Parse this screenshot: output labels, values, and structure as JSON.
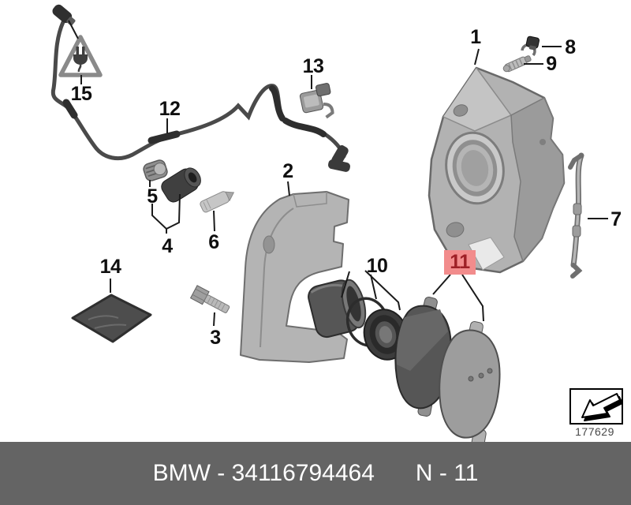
{
  "diagram": {
    "callouts": {
      "p1": "1",
      "p2": "2",
      "p3": "3",
      "p4": "4",
      "p5": "5",
      "p6": "6",
      "p7": "7",
      "p8": "8",
      "p9": "9",
      "p10": "10",
      "p11": "11",
      "p12": "12",
      "p13": "13",
      "p14": "14",
      "p15": "15"
    },
    "highlight": {
      "part": "11",
      "bg": "#f28c8c",
      "fg": "#9e2026"
    },
    "drawing_number": "177629",
    "icons": {
      "warning": "electrical-plug-warning-icon",
      "direction": "drive-direction-arrow-icon"
    }
  },
  "footer": {
    "part_line": "BMW - 34116794464",
    "page_ref": "N - 11",
    "bg": "#646464",
    "fg": "#ffffff"
  }
}
